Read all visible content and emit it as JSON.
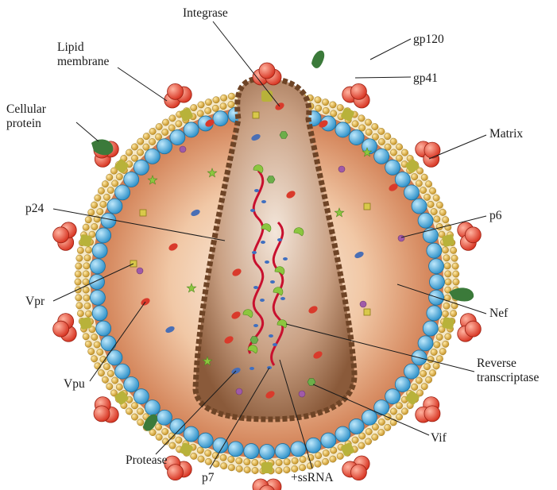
{
  "labels": {
    "integrase": "Integrase",
    "gp120": "gp120",
    "lipid_line1": "Lipid",
    "lipid_line2": "membrane",
    "gp41": "gp41",
    "cellular_line1": "Cellular",
    "cellular_line2": "protein",
    "matrix": "Matrix",
    "p24": "p24",
    "p6": "p6",
    "vpr": "Vpr",
    "nef": "Nef",
    "vpu": "Vpu",
    "rt_line1": "Reverse",
    "rt_line2": "transcriptase",
    "vif": "Vif",
    "protease": "Protease",
    "p7": "p7",
    "ssrna": "+ssRNA"
  },
  "colors": {
    "membrane_bead": "#d9a82c",
    "matrix_bead": "#38a6dc",
    "virion_center": "#fbf2e8",
    "virion_edge": "#cf7a4e",
    "capsid_core": "#a06a48",
    "capsid_wall": "#6e4426",
    "gp120": "#e04a35",
    "gp41": "#b8b23a",
    "cellular_protein": "#3b7a3a",
    "rna": "#c8102e",
    "reverse_transcriptase": "#8cc63f",
    "integrase": "#d93a2b",
    "protease": "#4a6fb5",
    "p6": "#a05aa8",
    "vpr": "#d8c84a",
    "nef": "#8cc63f",
    "vif": "#6cae4a"
  },
  "icons": [
    "gp120-trimer-icon",
    "gp41-stalk-icon",
    "cellular-protein-icon",
    "capsid-core-icon",
    "rna-strand-icon"
  ]
}
